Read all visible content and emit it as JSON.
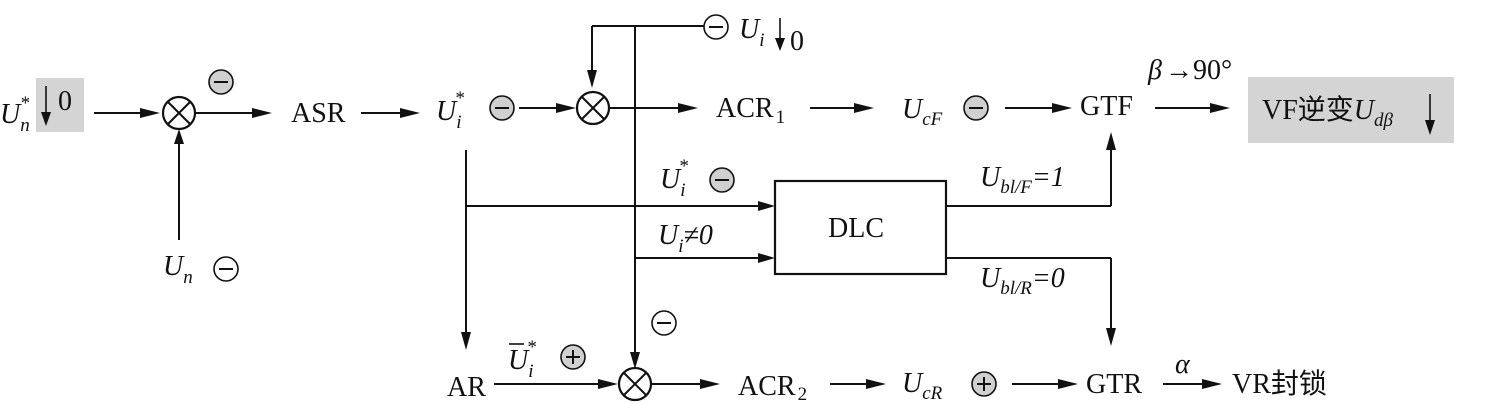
{
  "blocks": {
    "asr": "ASR",
    "acr1": "ACR",
    "acr1_sub": "1",
    "acr2": "ACR",
    "acr2_sub": "2",
    "gtf": "GTF",
    "gtr": "GTR",
    "dlc": "DLC",
    "ar": "AR"
  },
  "signals": {
    "un_star": "U",
    "un_star_sub": "n",
    "un_star_sup": "*",
    "un_star_value": "0",
    "un": "U",
    "un_sub": "n",
    "ui_star": "U",
    "ui_star_sub": "i",
    "ui_star_sup": "*",
    "ui_fb": "U",
    "ui_fb_sub": "i",
    "ui_fb_value": "0",
    "ucf": "U",
    "ucf_sub": "cF",
    "ucr": "U",
    "ucr_sub": "cR",
    "dlc_in_ui_star": "U",
    "dlc_in_ui_star_sub": "i",
    "dlc_in_ui_star_sup": "*",
    "dlc_in_ui": "U",
    "dlc_in_ui_sub": "i",
    "dlc_in_ui_cond": "≠0",
    "ubf": "U",
    "ubf_sub": "bl/F",
    "ubf_value": "=1",
    "ubr": "U",
    "ubr_sub": "bl/R",
    "ubr_value": "=0",
    "ui_bar_star": "U",
    "ui_bar_star_sub": "i",
    "ui_bar_star_sup": "*",
    "beta": "β",
    "beta_value": "→90°",
    "alpha": "α"
  },
  "outputs": {
    "vf_prefix": "VF逆变",
    "vf_u": "U",
    "vf_sub": "dβ",
    "vr": "VR封锁"
  },
  "polarity": {
    "minus": "⊖",
    "plus": "⊕"
  },
  "colors": {
    "highlight": "#d4d4d4",
    "polarity_fill": "#d0d0d0",
    "ink": "#111111"
  }
}
